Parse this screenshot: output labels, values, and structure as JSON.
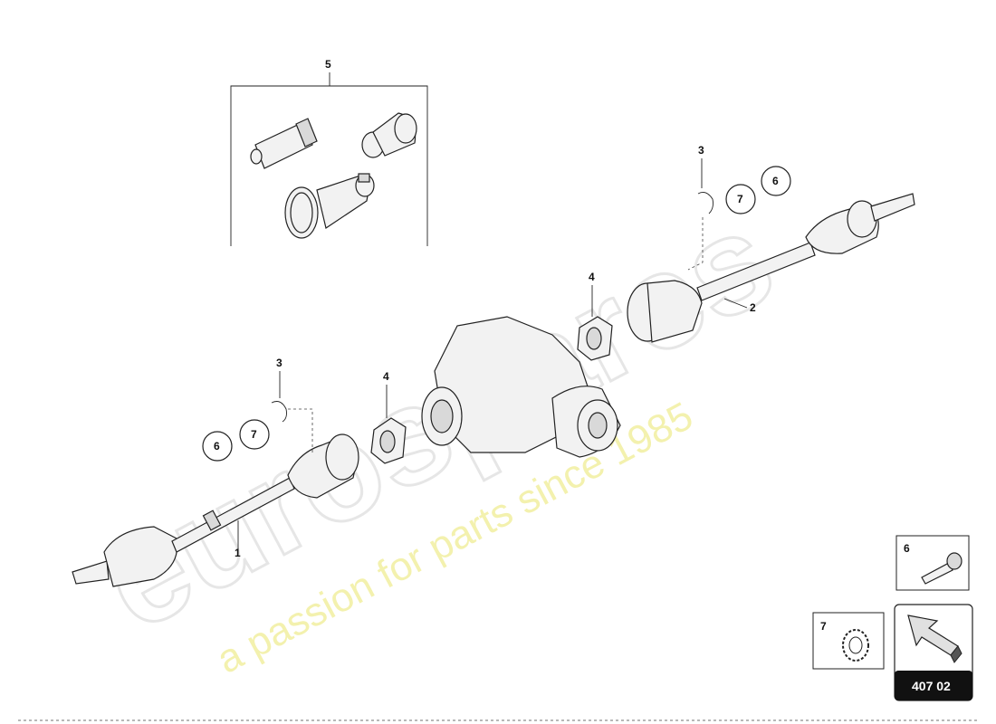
{
  "watermark": {
    "brand": "eurospares",
    "slogan": "a passion for parts since 1985"
  },
  "callouts": {
    "kit": "5",
    "ring_top": "3",
    "ring_left": "3",
    "seal_right": "4",
    "seal_left": "4",
    "shaft_left": "1",
    "shaft_right": "2"
  },
  "circles": {
    "left_a": "6",
    "left_b": "7",
    "right_a": "7",
    "right_b": "6"
  },
  "legend": {
    "bolt_label": "6",
    "washer_label": "7",
    "page_ref": "407 02"
  }
}
